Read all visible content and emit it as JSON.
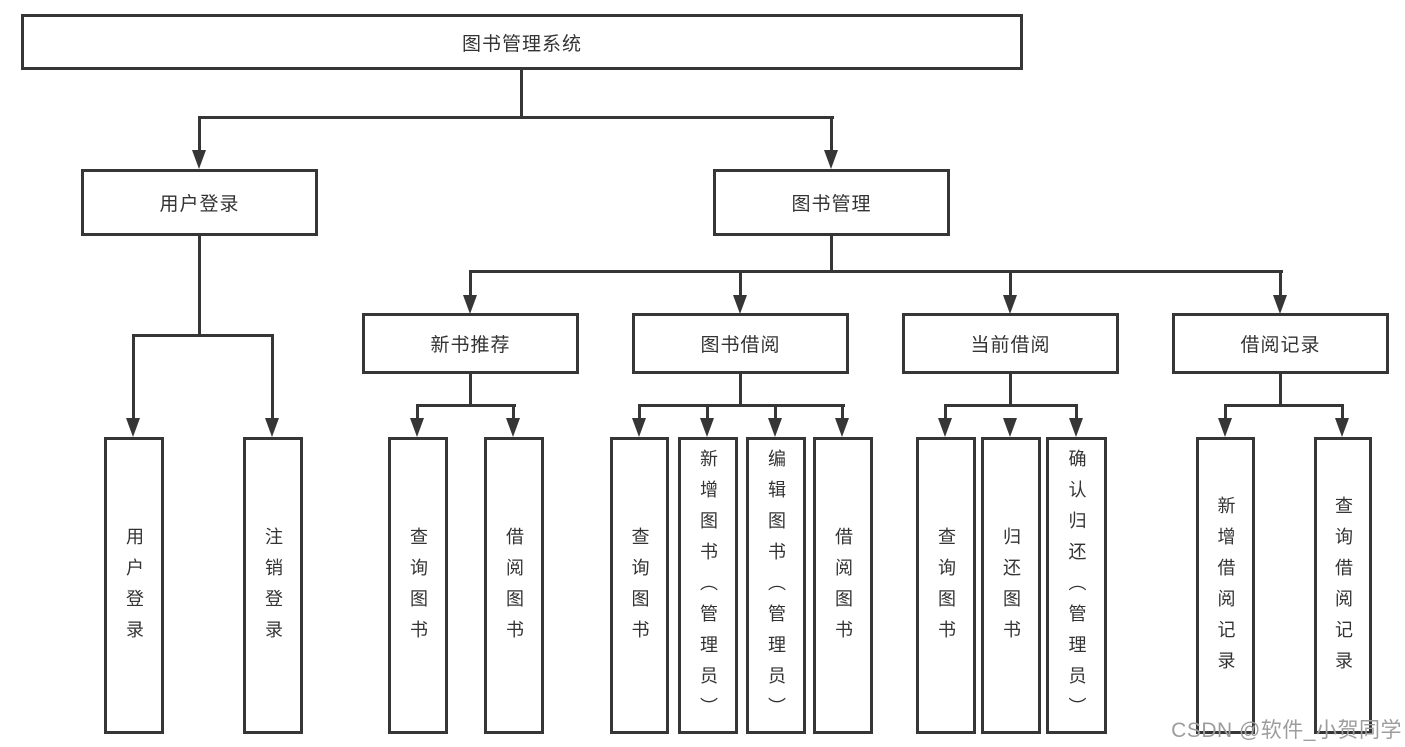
{
  "diagram": {
    "type": "function-structure-tree",
    "colors": {
      "line": "#363636",
      "text": "#333333",
      "box_background": "#ffffff",
      "page_background": "#ffffff",
      "watermark": "#9d9d9d"
    },
    "tree": {
      "root": {
        "label": "图书管理系统",
        "children": [
          {
            "label": "用户登录",
            "children": [
              {
                "label": "用户登录"
              },
              {
                "label": "注销登录"
              }
            ]
          },
          {
            "label": "图书管理",
            "children": [
              {
                "label": "新书推荐",
                "children": [
                  {
                    "label": "查询图书"
                  },
                  {
                    "label": "借阅图书"
                  }
                ]
              },
              {
                "label": "图书借阅",
                "children": [
                  {
                    "label": "查询图书"
                  },
                  {
                    "label": "新增图书（管理员）"
                  },
                  {
                    "label": "编辑图书（管理员）"
                  },
                  {
                    "label": "借阅图书"
                  }
                ]
              },
              {
                "label": "当前借阅",
                "children": [
                  {
                    "label": "查询图书"
                  },
                  {
                    "label": "归还图书"
                  },
                  {
                    "label": "确认归还（管理员）"
                  }
                ]
              },
              {
                "label": "借阅记录",
                "children": [
                  {
                    "label": "新增借阅记录"
                  },
                  {
                    "label": "查询借阅记录"
                  }
                ]
              }
            ]
          }
        ]
      }
    },
    "watermark": {
      "text": "CSDN @软件_小贺同学"
    }
  }
}
